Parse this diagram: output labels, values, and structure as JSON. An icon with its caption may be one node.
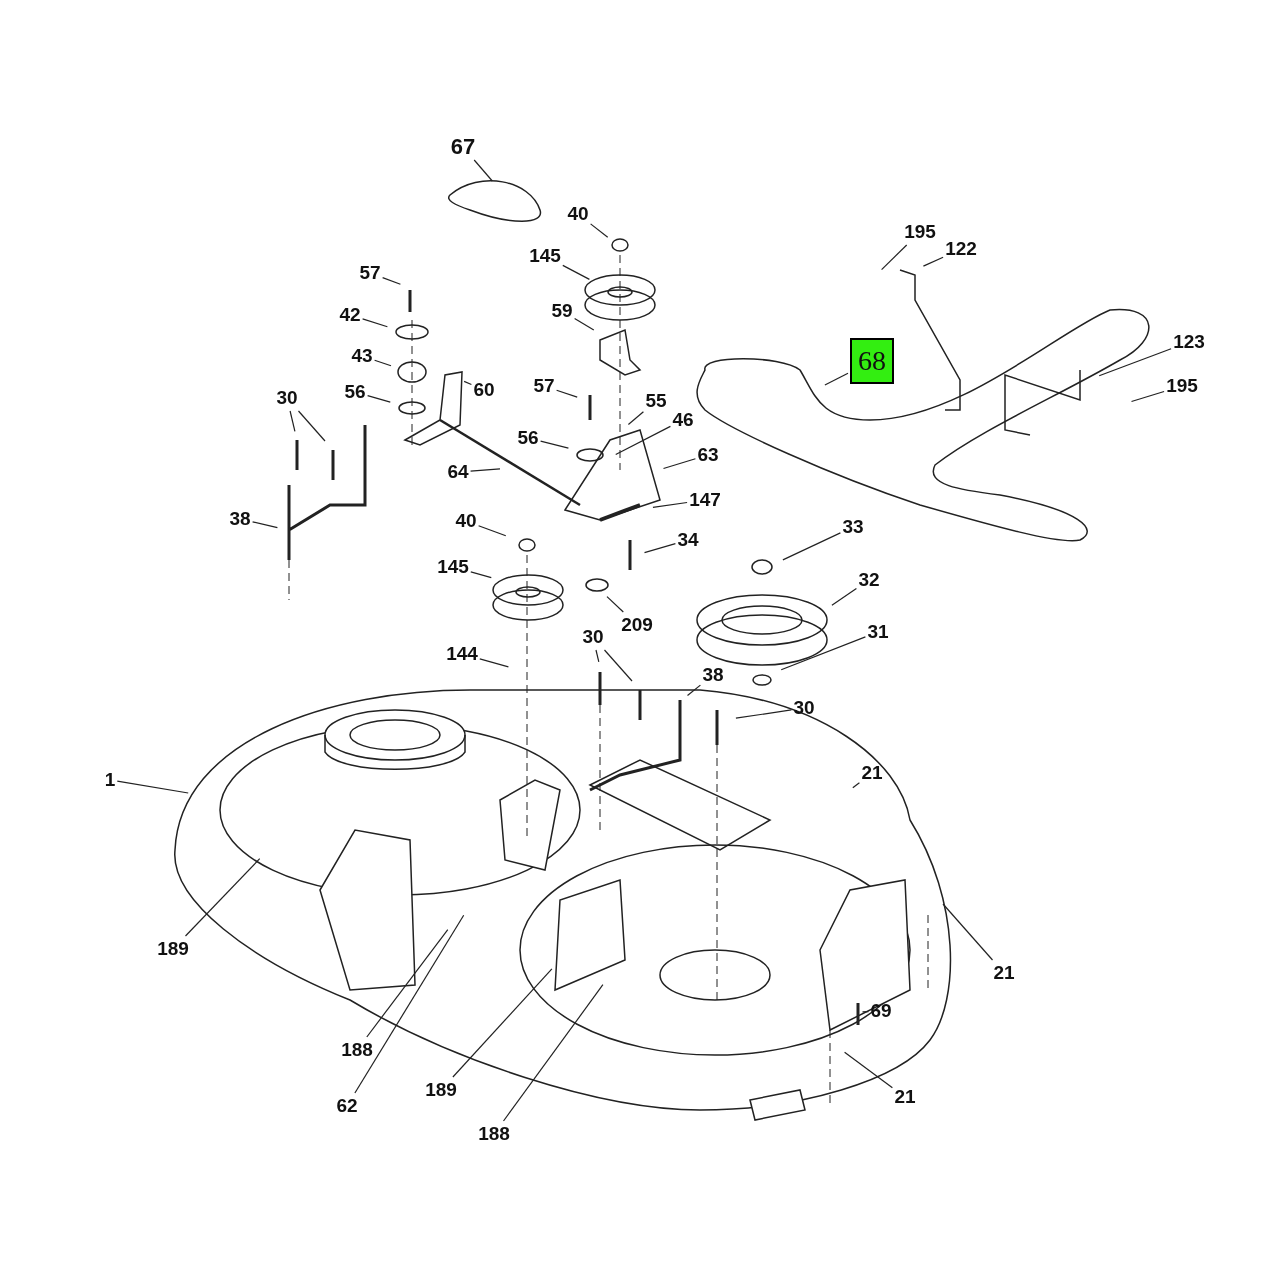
{
  "diagram": {
    "nodes": [
      {
        "text": [
          "67"
        ]
      },
      {
        "text": [
          "40"
        ]
      },
      {
        "text": [
          "145"
        ]
      },
      {
        "text": [
          "57"
        ]
      },
      {
        "text": [
          "59"
        ]
      },
      {
        "text": [
          "42"
        ]
      },
      {
        "text": [
          "43"
        ]
      },
      {
        "text": [
          "60"
        ]
      },
      {
        "text": [
          "56"
        ]
      },
      {
        "text": [
          "57"
        ]
      },
      {
        "text": [
          "55"
        ]
      },
      {
        "text": [
          "46"
        ]
      },
      {
        "text": [
          "56"
        ]
      },
      {
        "text": [
          "64"
        ]
      },
      {
        "text": [
          "63"
        ]
      },
      {
        "text": [
          "147"
        ]
      },
      {
        "text": [
          "30"
        ]
      },
      {
        "text": [
          "38"
        ]
      },
      {
        "text": [
          "40"
        ]
      },
      {
        "text": [
          "34"
        ]
      },
      {
        "text": [
          "145"
        ]
      },
      {
        "text": [
          "209"
        ]
      },
      {
        "text": [
          "33"
        ]
      },
      {
        "text": [
          "32"
        ]
      },
      {
        "text": [
          "31"
        ]
      },
      {
        "text": [
          "144"
        ]
      },
      {
        "text": [
          "30"
        ]
      },
      {
        "text": [
          "38"
        ]
      },
      {
        "text": [
          "30"
        ]
      },
      {
        "text": [
          "1"
        ]
      },
      {
        "text": [
          "21"
        ]
      },
      {
        "text": [
          "195"
        ]
      },
      {
        "text": [
          "122"
        ]
      },
      {
        "text": [
          "68"
        ]
      },
      {
        "text": [
          "123"
        ]
      },
      {
        "text": [
          "195"
        ]
      },
      {
        "text": [
          "189"
        ]
      },
      {
        "text": [
          "21"
        ]
      },
      {
        "text": [
          "69"
        ]
      },
      {
        "text": [
          "188"
        ]
      },
      {
        "text": [
          "62"
        ]
      },
      {
        "text": [
          "189"
        ]
      },
      {
        "text": [
          "21"
        ]
      },
      {
        "text": [
          "188"
        ]
      }
    ],
    "edges": [
      {
        "from": 0,
        "to": null,
        "arrow": "none"
      },
      {
        "from": 1,
        "to": null,
        "arrow": "none"
      },
      {
        "from": 2,
        "to": null,
        "arrow": "none"
      },
      {
        "from": 3,
        "to": null,
        "arrow": "none"
      },
      {
        "from": 4,
        "to": null,
        "arrow": "none"
      },
      {
        "from": 5,
        "to": null,
        "arrow": "none"
      },
      {
        "from": 6,
        "to": null,
        "arrow": "none"
      },
      {
        "from": 7,
        "to": null,
        "arrow": "none"
      },
      {
        "from": 8,
        "to": null,
        "arrow": "none"
      },
      {
        "from": 9,
        "to": null,
        "arrow": "none"
      },
      {
        "from": 10,
        "to": null,
        "arrow": "none"
      },
      {
        "from": 11,
        "to": null,
        "arrow": "none"
      },
      {
        "from": 12,
        "to": null,
        "arrow": "none"
      },
      {
        "from": 13,
        "to": null,
        "arrow": "none"
      },
      {
        "from": 14,
        "to": null,
        "arrow": "none"
      },
      {
        "from": 15,
        "to": null,
        "arrow": "none"
      },
      {
        "from": 16,
        "to": null,
        "arrow": "none"
      },
      {
        "from": 16,
        "to": null,
        "arrow": "none"
      },
      {
        "from": 17,
        "to": null,
        "arrow": "none"
      },
      {
        "from": 18,
        "to": null,
        "arrow": "none"
      },
      {
        "from": 19,
        "to": null,
        "arrow": "none"
      },
      {
        "from": 20,
        "to": null,
        "arrow": "none"
      },
      {
        "from": 21,
        "to": null,
        "arrow": "none"
      },
      {
        "from": 22,
        "to": null,
        "arrow": "none"
      },
      {
        "from": 23,
        "to": null,
        "arrow": "none"
      },
      {
        "from": 24,
        "to": null,
        "arrow": "none"
      },
      {
        "from": 25,
        "to": null,
        "arrow": "none"
      },
      {
        "from": 26,
        "to": null,
        "arrow": "none"
      },
      {
        "from": 26,
        "to": null,
        "arrow": "none"
      },
      {
        "from": 27,
        "to": null,
        "arrow": "none"
      },
      {
        "from": 28,
        "to": null,
        "arrow": "none"
      },
      {
        "from": 29,
        "to": null,
        "arrow": "none"
      },
      {
        "from": 30,
        "to": null,
        "arrow": "none"
      },
      {
        "from": 31,
        "to": null,
        "arrow": "none"
      },
      {
        "from": 32,
        "to": null,
        "arrow": "none"
      },
      {
        "from": 33,
        "to": null,
        "arrow": "none"
      },
      {
        "from": 34,
        "to": null,
        "arrow": "none"
      },
      {
        "from": 35,
        "to": null,
        "arrow": "none"
      },
      {
        "from": 36,
        "to": null,
        "arrow": "none"
      },
      {
        "from": 37,
        "to": null,
        "arrow": "none"
      },
      {
        "from": 38,
        "to": null,
        "arrow": "none"
      },
      {
        "from": 39,
        "to": null,
        "arrow": "none"
      },
      {
        "from": 40,
        "to": null,
        "arrow": "none"
      },
      {
        "from": 41,
        "to": null,
        "arrow": "none"
      },
      {
        "from": 42,
        "to": null,
        "arrow": "none"
      },
      {
        "from": 43,
        "to": null,
        "arrow": "none"
      }
    ]
  }
}
